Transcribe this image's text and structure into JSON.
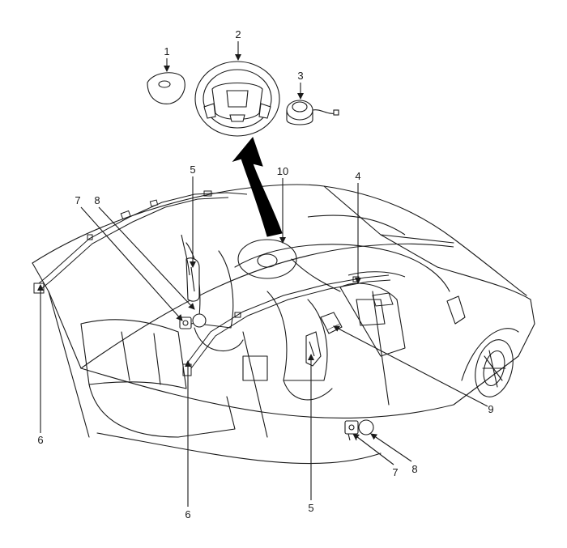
{
  "colors": {
    "line": "#1a1a1a",
    "light": "#9a9a9a",
    "fill": "#ffffff",
    "arrow": "#000000"
  },
  "callouts": {
    "c1": "1",
    "c2": "2",
    "c3": "3",
    "c4": "4",
    "c5a": "5",
    "c5b": "5",
    "c6a": "6",
    "c6b": "6",
    "c7a": "7",
    "c7b": "7",
    "c8a": "8",
    "c8b": "8",
    "c9": "9",
    "c10": "10"
  }
}
